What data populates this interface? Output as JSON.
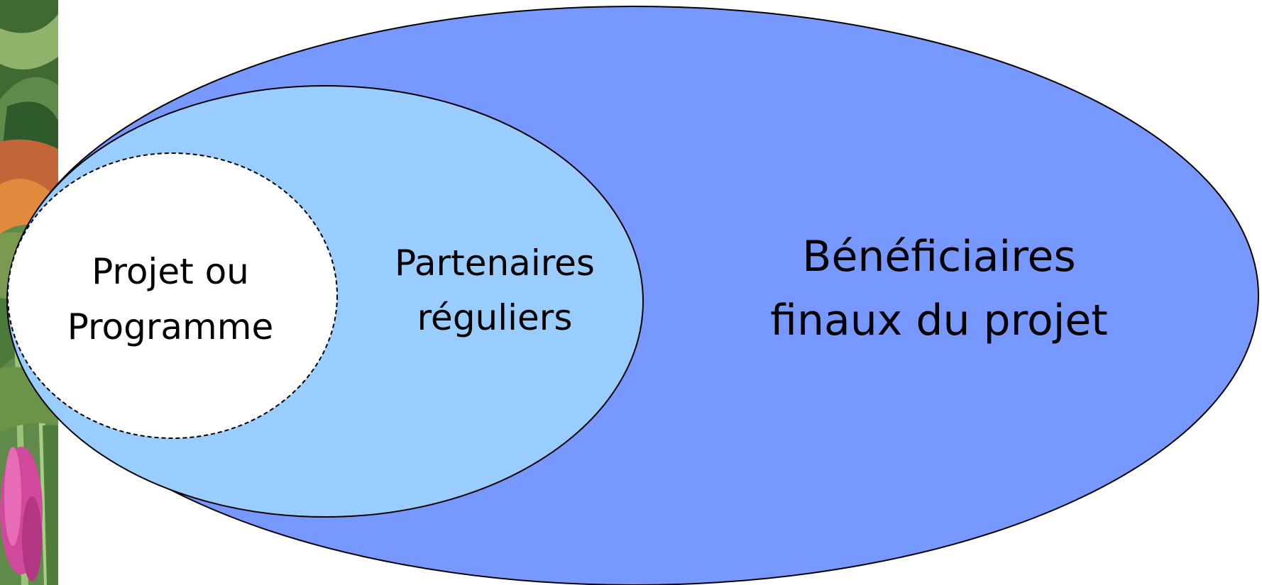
{
  "diagram": {
    "colors": {
      "outer_fill": "#7799ff",
      "middle_fill": "#99ccff",
      "inner_fill": "#ffffff",
      "stroke": "#000000"
    },
    "outer_label": {
      "line1": "Bénéficiaires",
      "line2": "finaux du projet"
    },
    "middle_label": {
      "line1": "Partenaires",
      "line2": "réguliers"
    },
    "inner_label": {
      "line1": "Projet ou",
      "line2": "Programme"
    }
  },
  "decoration": {
    "left_strip": "garden-photo"
  }
}
